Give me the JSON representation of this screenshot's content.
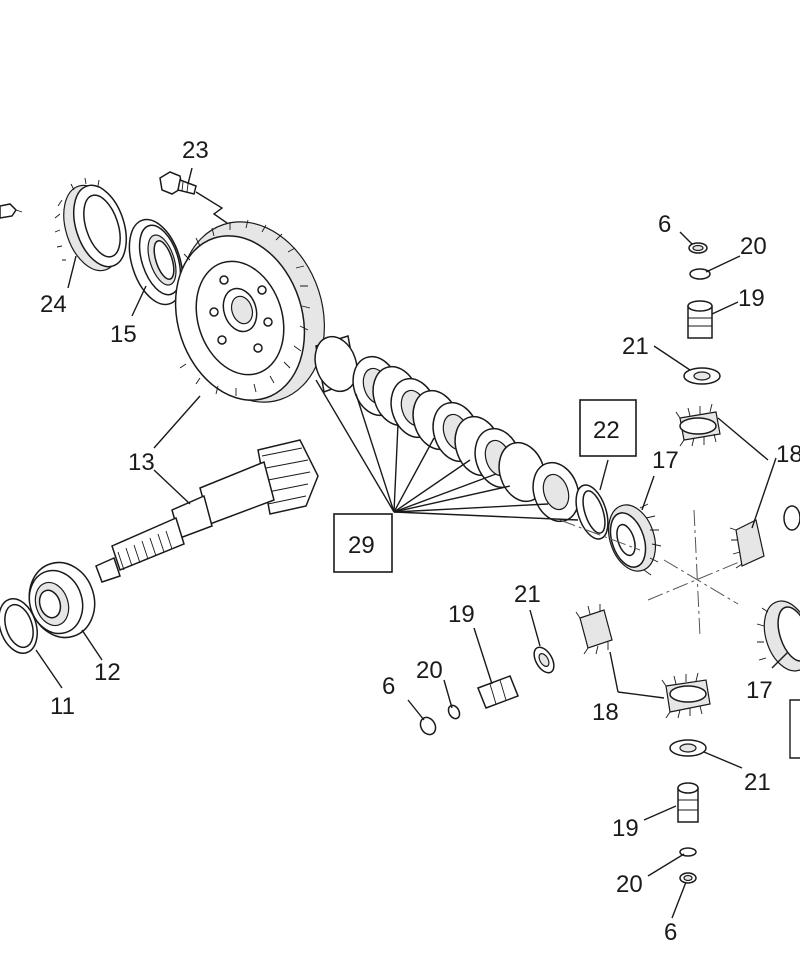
{
  "diagram": {
    "callouts": {
      "c23": "23",
      "c24": "24",
      "c15": "15",
      "c13": "13",
      "c12": "12",
      "c11": "11",
      "c29": "29",
      "c22": "22",
      "c17a": "17",
      "c17b": "17",
      "c18a": "18",
      "c18b": "18",
      "c6a": "6",
      "c6b": "6",
      "c6c": "6",
      "c20a": "20",
      "c20b": "20",
      "c20c": "20",
      "c19a": "19",
      "c19b": "19",
      "c19c": "19",
      "c21a": "21",
      "c21b": "21",
      "c21c": "21"
    }
  }
}
